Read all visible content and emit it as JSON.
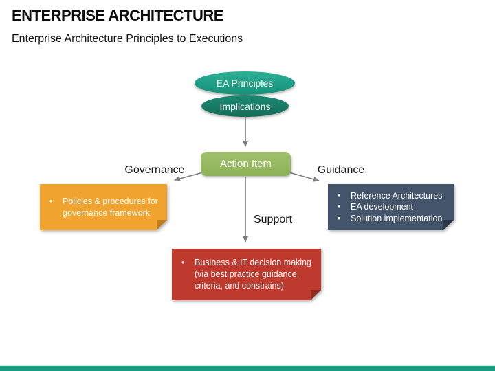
{
  "slide": {
    "title": "ENTERPRISE ARCHITECTURE",
    "subtitle": "Enterprise Architecture Principles to Executions"
  },
  "bullet_char": "•",
  "flow": {
    "top_ellipse": {
      "label": "EA Principles",
      "color": "#21A38A"
    },
    "second_ellipse": {
      "label": "Implications",
      "color": "#17785F"
    },
    "action": {
      "label": "Action Item",
      "color": "#95B95F"
    },
    "arrow_color": "#7f7f7f"
  },
  "branches": {
    "governance": {
      "label": "Governance",
      "box_color": "#F0A32F",
      "items": [
        "Policies & procedures for governance framework"
      ]
    },
    "support": {
      "label": "Support",
      "box_color": "#BE3A2E",
      "items": [
        "Business & IT decision making (via best practice guidance, criteria, and constrains)"
      ]
    },
    "guidance": {
      "label": "Guidance",
      "box_color": "#44546A",
      "items": [
        "Reference Architectures",
        "EA development",
        "Solution implementation"
      ]
    }
  },
  "footer": {
    "bar_color": "#1D9B80"
  }
}
